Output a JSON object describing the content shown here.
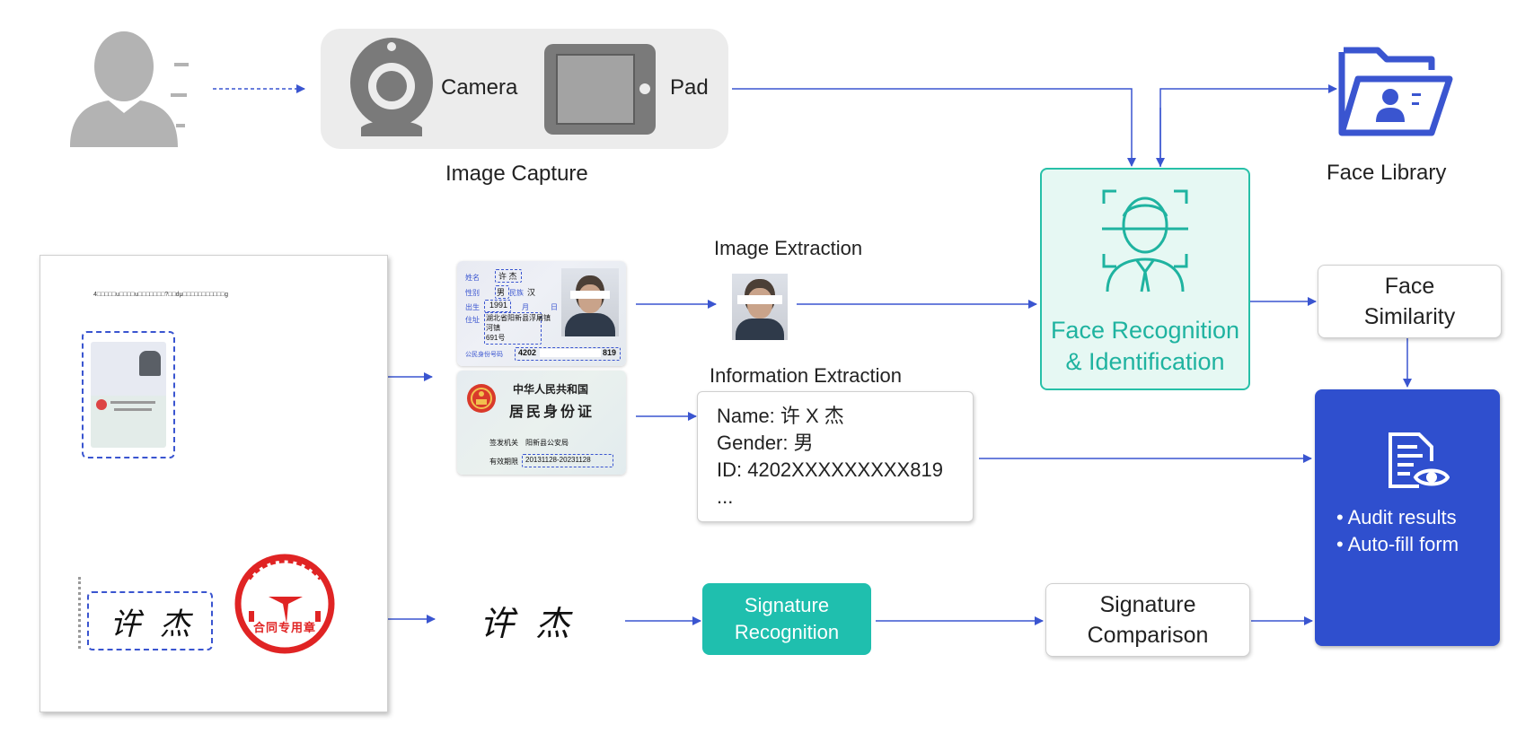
{
  "capture": {
    "camera_label": "Camera",
    "pad_label": "Pad",
    "section_label": "Image Capture"
  },
  "face_library": {
    "label": "Face Library"
  },
  "document": {
    "header_text": "4□□□□□u□□□□u□□□□□□□?□□dμ□□□□□□□□□□□g"
  },
  "id_card": {
    "front": {
      "name_label": "姓名",
      "name_value": "许 杰",
      "gender_label": "性别",
      "gender_value": "男",
      "ethnicity_label": "民族",
      "ethnicity_value": "汉",
      "birth_label": "出生",
      "birth_year": "1991",
      "birth_month_unit": "月",
      "birth_day_unit": "日",
      "address_label": "住址",
      "address_line1": "湖北省阳新县浮屠镇",
      "address_line2": "河镇",
      "address_line3": "691号",
      "id_label": "公民身份号码",
      "id_start": "4202",
      "id_end": "819"
    },
    "back": {
      "country": "中华人民共和国",
      "title": "居民身份证",
      "authority_label": "签发机关",
      "authority_value": "阳新县公安局",
      "validity_label": "有效期限",
      "validity_value": "20131128-20231128"
    }
  },
  "image_extraction": {
    "label": "Image Extraction"
  },
  "information_extraction": {
    "label": "Information Extraction",
    "lines": [
      "Name: 许 X 杰",
      "Gender: 男",
      "ID: 4202XXXXXXXXX819",
      "..."
    ]
  },
  "face_recognition": {
    "line1": "Face Recognition",
    "line2": "& Identification"
  },
  "face_similarity": {
    "line1": "Face",
    "line2": "Similarity"
  },
  "signature": {
    "handwriting": "许 ̀ 杰",
    "stamp_text": "合同专用章",
    "recognition_line1": "Signature",
    "recognition_line2": "Recognition",
    "comparison_line1": "Signature",
    "comparison_line2": "Comparison"
  },
  "results": {
    "items": [
      "• Audit results",
      "• Auto-fill form"
    ]
  },
  "colors": {
    "arrow": "#3a55d0",
    "teal": "#1fbfae",
    "result_blue": "#2f4fce",
    "icon_gray": "#b3b3b3"
  }
}
